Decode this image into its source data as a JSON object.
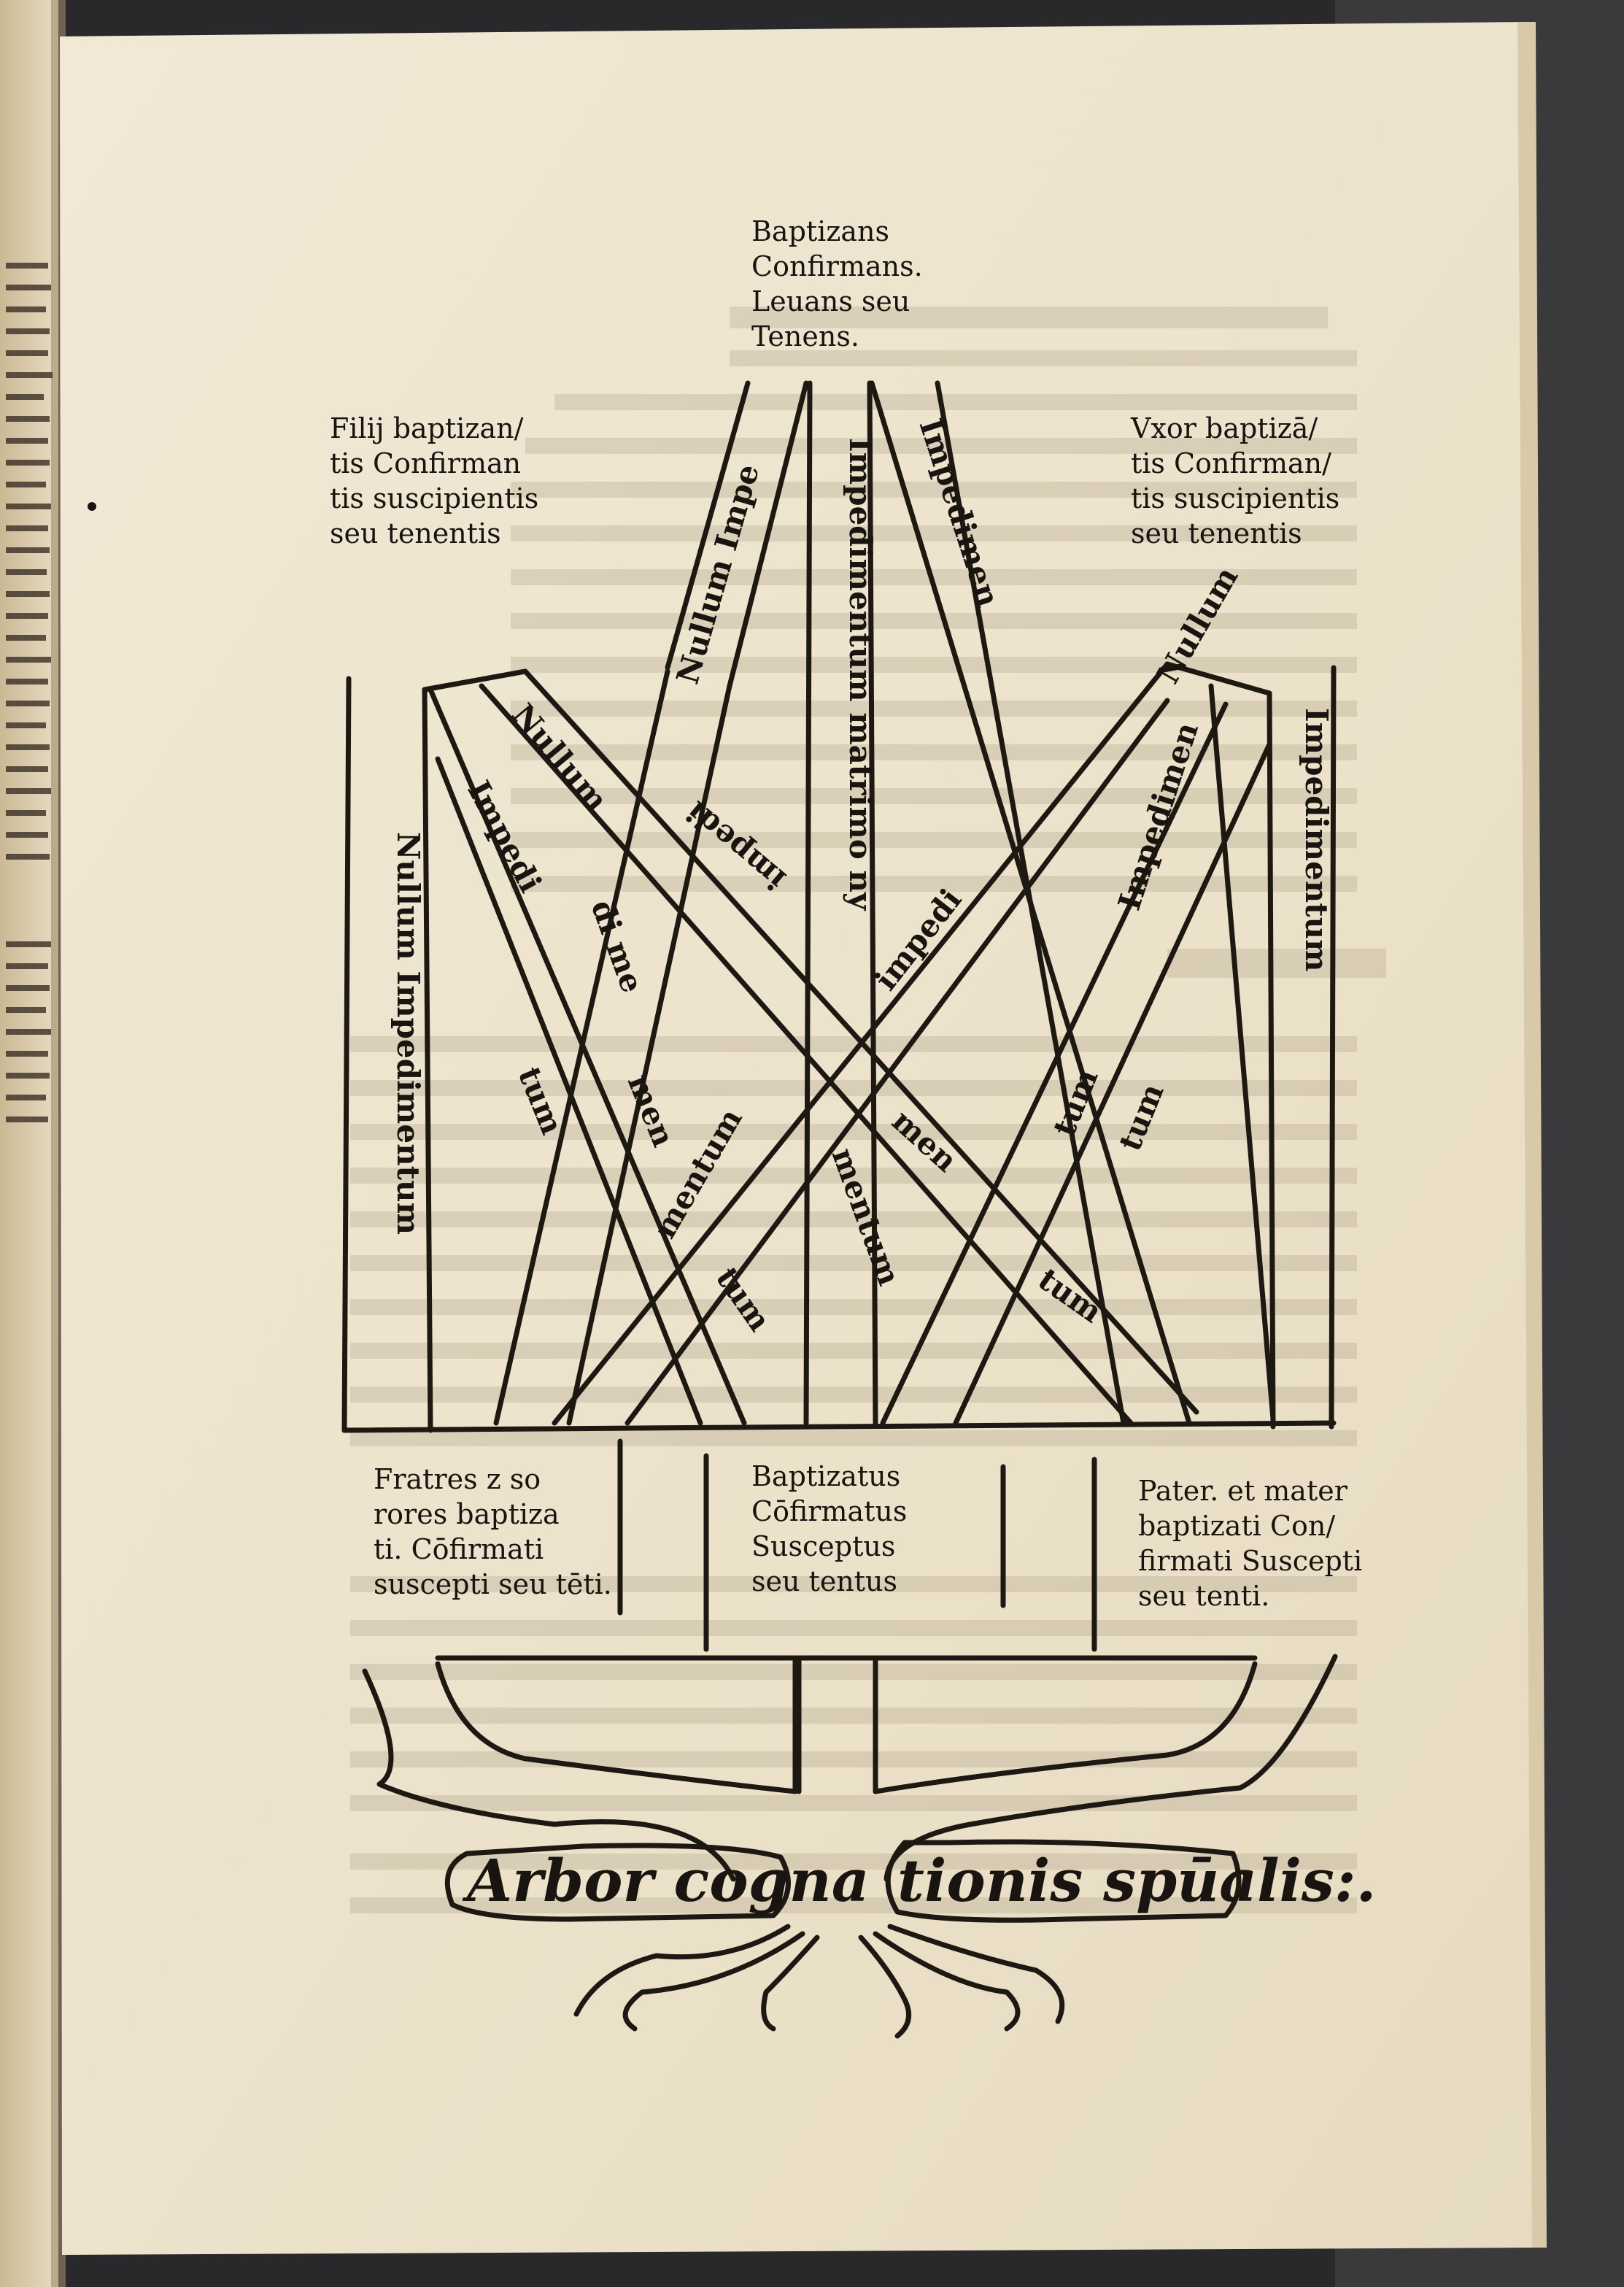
{
  "document": {
    "top_block": [
      "Baptizans",
      "Confirmans.",
      "Leuans seu",
      "Tenens."
    ],
    "upper_left_block": [
      "Filij baptizan/",
      "tis Confirman",
      "tis suscipientis",
      "seu tenentis"
    ],
    "upper_right_block": [
      "Vxor baptizā/",
      "tis Confirman/",
      "tis suscipientis",
      "seu tenentis"
    ],
    "lower_left_block": [
      "Fratres z so",
      "rores baptiza",
      "ti. Cōfirmati",
      "suscepti seu tēti."
    ],
    "lower_center_block": [
      "Baptizatus",
      "Cōfirmatus",
      "Susceptus",
      "seu tentus"
    ],
    "lower_right_block": [
      "Pater. et mater",
      "baptizati Con/",
      "firmati Suscepti",
      "seu tenti."
    ],
    "band_labels": {
      "left_vertical": "Nullum Impedimentum",
      "center_vertical": "Impedimentum matrimo ny",
      "right_vertical": "Impedimentum",
      "diag_top_left": "Nullum Impe",
      "diag_top_right": "Impedimen",
      "diag_left_1": "Impedi",
      "diag_left_2": "Nullum",
      "diag_left_3": "di me",
      "diag_left_4": "tum",
      "diag_left_5": "men",
      "diag_left_6": "tum",
      "diag_right_1": "Nullum",
      "diag_right_2": "Impedimen",
      "diag_right_3": "tum",
      "diag_right_4": "tum",
      "diag_right_5": "men",
      "diag_right_6": "tum",
      "cross_left": "impedi",
      "cross_right": "impedi",
      "cross_mid_left": "mentum",
      "cross_mid_right": "mentum"
    },
    "motto_left": "Arbor cogna",
    "motto_right": "tionis spūalis:."
  }
}
